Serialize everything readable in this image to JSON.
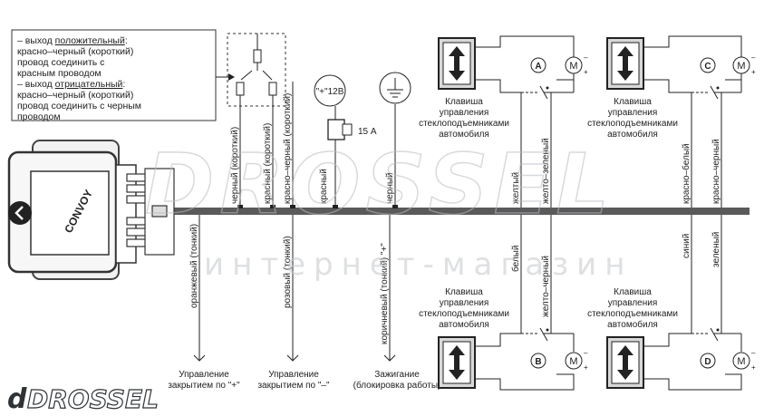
{
  "note": {
    "line1": "– выход ",
    "line1_u": "положительный",
    "line1_end": ":",
    "line2": "красно–черный (короткий)",
    "line3": "провод соединить с",
    "line4": "красным проводом",
    "line5": "– выход ",
    "line5_u": "отрицательный",
    "line5_end": ":",
    "line6": "красно–черный (короткий)",
    "line7": "провод соединить с черным",
    "line8": "проводом"
  },
  "module": {
    "brand": "CONVOY"
  },
  "power": {
    "voltage": "\"+\"12В",
    "fuse": "15 А"
  },
  "wires_top": {
    "black_short": "черный (короткий)",
    "red_short": "красный (короткий)",
    "redblack_short": "красно–черный (короткий)",
    "red": "красный",
    "black": "черный",
    "yellow": "желтый",
    "yellowgreen": "желто–зеленый",
    "redwhite": "красно–белый",
    "redblack": "красно–черный"
  },
  "wires_bottom": {
    "orange_thin": "оранжевый (тонкий)",
    "pink_thin": "розовый (тонкий)",
    "brown_thin": "коричневый (тонкий) \"+\"",
    "white": "белый",
    "yellowblack": "желто–черный",
    "blue": "синий",
    "green": "зеленый"
  },
  "switch_label": [
    "Клавиша",
    "управления",
    "стеклоподъемниками",
    "автомобиля"
  ],
  "motors": {
    "a": "A",
    "b": "B",
    "c": "C",
    "d": "D",
    "motor_symbol": "M"
  },
  "bottom_labels": {
    "lock_plus": [
      "Управление",
      "закрытием по \"+\""
    ],
    "lock_minus": [
      "Управление",
      "закрытием по \"–\""
    ],
    "ignition": [
      "Зажигание",
      "(блокировка работы)"
    ]
  },
  "watermark": {
    "big": "DROSSEL",
    "sub": "интернет-магазин",
    "logo": "DROSSEL",
    "logo_d": "d"
  },
  "colors": {
    "wire": "#555555",
    "line": "#222222",
    "switch_bg": "#d8d8d8",
    "watermark": "#cfd2d6"
  }
}
